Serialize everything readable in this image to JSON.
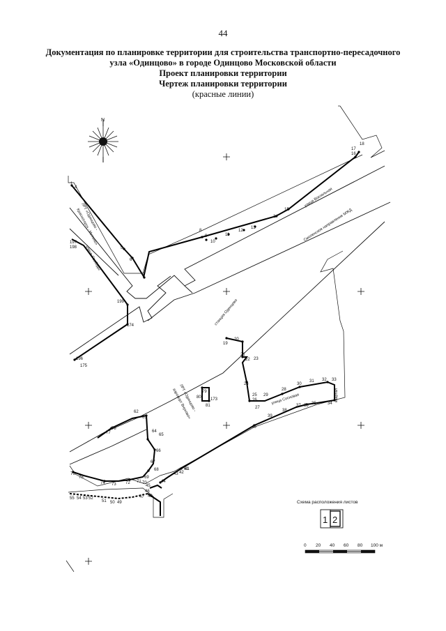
{
  "page_number": "44",
  "header": {
    "title_line1": "Документация по планировке территории для строительства транспортно-пересадочного",
    "title_line2": "узла «Одинцово» в городе Одинцово Московской области",
    "project": "Проект планировки территории",
    "drawing": "Чертеж планировки территории",
    "subtitle": "(красные линии)"
  },
  "compass": {
    "north_label": "N"
  },
  "street_labels": {
    "vokzalnaya": "улица Вокзальная",
    "smolensk": "Смоленское направление МЖД",
    "station": "станция Одинцово",
    "skhodnya": "улица Сосновая",
    "lpt1": "ЛРТ «Одинцово -",
    "lpt2": "Красногорск - Митино»",
    "svobody": "улица Свободы",
    "lpt3": "ЛРТ «Одинцово -",
    "lpt4": "аэропорт Внуково»",
    "kvartal": "квартал"
  },
  "points": [
    "1",
    "4",
    "5",
    "6",
    "7",
    "8",
    "9",
    "10",
    "11",
    "12",
    "13",
    "14",
    "15",
    "16",
    "17",
    "18",
    "19",
    "20",
    "21",
    "22",
    "23",
    "24",
    "25",
    "26",
    "27",
    "28",
    "29",
    "30",
    "31",
    "32",
    "33",
    "34",
    "35",
    "36",
    "37",
    "38",
    "39",
    "40",
    "41",
    "42",
    "43",
    "44",
    "45",
    "46",
    "47",
    "48",
    "49",
    "50",
    "51",
    "52",
    "53",
    "54",
    "55",
    "61",
    "62",
    "63",
    "64",
    "65",
    "66",
    "67",
    "68",
    "69",
    "70",
    "71",
    "72",
    "73",
    "74",
    "75",
    "76",
    "77",
    "78",
    "79",
    "80",
    "81",
    "173",
    "174",
    "175",
    "196",
    "197",
    "198",
    "199"
  ],
  "scheme": {
    "label": "Схема расположения листов",
    "sheet1": "1",
    "sheet2": "2"
  },
  "scale": {
    "ticks": [
      "0",
      "20",
      "40",
      "60",
      "80",
      "100 м"
    ]
  }
}
